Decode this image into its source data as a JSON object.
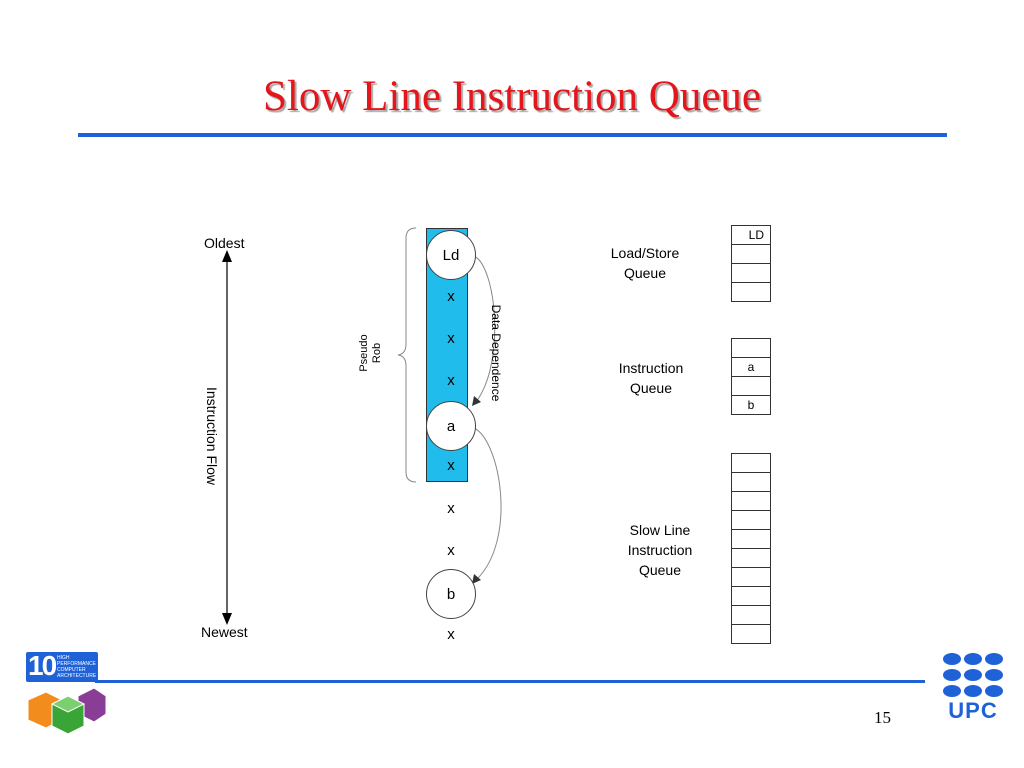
{
  "title": "Slow Line Instruction Queue",
  "flow": {
    "oldest": "Oldest",
    "newest": "Newest",
    "label": "Instruction Flow"
  },
  "pseudo_rob": {
    "line1": "Pseudo",
    "line2": "Rob"
  },
  "stream": {
    "circle_ld": "Ld",
    "x1": "x",
    "x2": "x",
    "x3": "x",
    "circle_a": "a",
    "x4": "x",
    "x5": "x",
    "x6": "x",
    "circle_b": "b",
    "x7": "x"
  },
  "dependence_label": "Data Dependence",
  "load_store_queue": {
    "label_line1": "Load/Store",
    "label_line2": "Queue",
    "cells": [
      "LD",
      "",
      "",
      ""
    ]
  },
  "instruction_queue": {
    "label_line1": "Instruction",
    "label_line2": "Queue",
    "cells": [
      "",
      "a",
      "",
      "b"
    ]
  },
  "slow_line_queue": {
    "label_line1": "Slow Line",
    "label_line2": "Instruction",
    "label_line3": "Queue",
    "cells": [
      "",
      "",
      "",
      "",
      "",
      "",
      "",
      "",
      "",
      ""
    ]
  },
  "logo_hpca": {
    "number": "10",
    "text": "HIGH PERFORMANCE COMPUTER ARCHITECTURE",
    "colors": [
      "#f28c1c",
      "#3aa537",
      "#8a3d96",
      "#1f62d8"
    ]
  },
  "logo_upc": {
    "text": "UPC",
    "color": "#1f62d8"
  },
  "page_number": "15",
  "colors": {
    "title": "#e4151b",
    "rule": "#1f62d8",
    "rob_fill": "#20bcec"
  }
}
